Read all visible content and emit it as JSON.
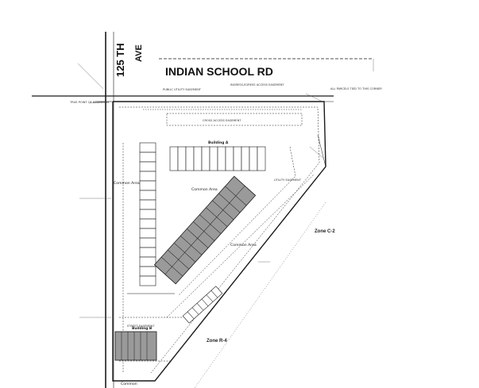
{
  "map": {
    "road_ns": "125 TH",
    "road_ns_suffix": "AVE",
    "road_ew": "INDIAN SCHOOL RD",
    "zone_c2": "Zone C-2",
    "zone_r4": "Zone R-4",
    "building_a": "Building A",
    "building_b": "Building B",
    "common_area": "Common Area",
    "all_parcels": "ALL PARCELS TIED TO THIS CORNER",
    "public_utility": "PUBLIC UTILITY EASEMENT",
    "ingress_egress": "INGRESS-EGRESS ACCESS EASEMENT",
    "cross_access": "CROSS ACCESS EASEMENT",
    "utility_easement": "UTILITY EASEMENT",
    "street_easement": "STREET EASEMENT",
    "true_pob": "TRUE POINT OF BEGINNING",
    "common": "Common"
  },
  "colors": {
    "ink": "#1a1a1a",
    "shade": "#9a9a9a",
    "shade_dark": "#6d6d6d"
  }
}
